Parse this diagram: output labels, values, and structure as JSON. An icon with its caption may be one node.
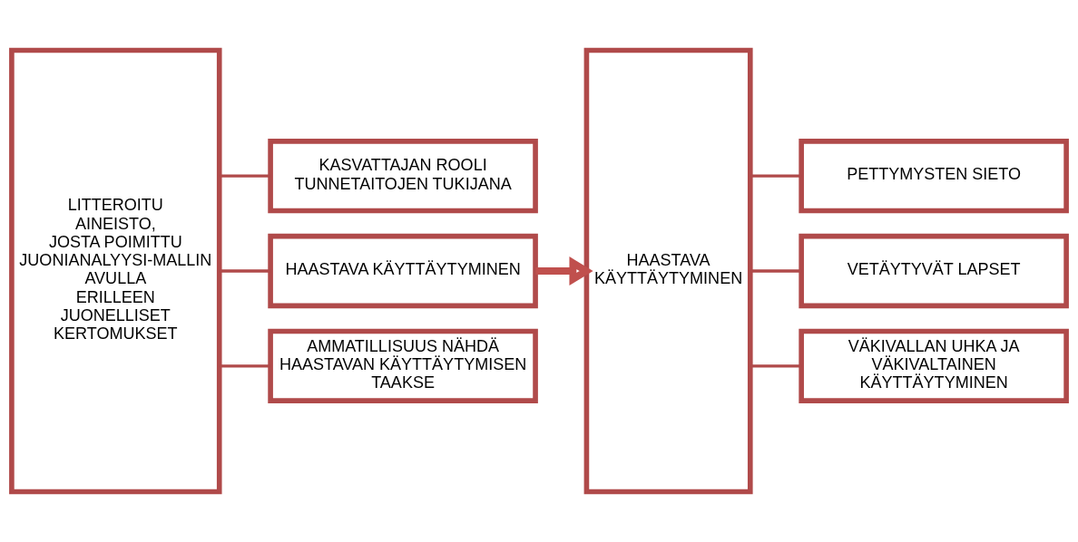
{
  "diagram": {
    "nodes": [
      {
        "text": [
          "LITTEROITU AINEISTO, JOSTA POIMITTU JUONIANALYYSI-MALLIN AVULLA ERILLEEN JUONELLISET KERTOMUKSET"
        ]
      },
      {
        "text": [
          "KASVATTAJAN ROOLI TUNNETAITOJEN TUKIJANA"
        ]
      },
      {
        "text": [
          "HAASTAVA KÄYTTÄYTYMINEN"
        ]
      },
      {
        "text": [
          "AMMATILLISUUS NÄHDÄ HAASTAVAN KÄYTTÄYTYMISEN TAAKSE"
        ]
      },
      {
        "text": [
          "HAASTAVA KÄYTTÄYTYMINEN"
        ]
      },
      {
        "text": [
          "PETTYMYSTEN SIETO"
        ]
      },
      {
        "text": [
          "VETÄYTYVÄT LAPSET"
        ]
      },
      {
        "text": [
          "VÄKIVALLAN UHKA JA VÄKIVALTAINEN KÄYTTÄYTYMINEN"
        ]
      }
    ],
    "edges": [
      {
        "from": 0,
        "to": 1,
        "arrow": "none"
      },
      {
        "from": 0,
        "to": 2,
        "arrow": "none"
      },
      {
        "from": 0,
        "to": 3,
        "arrow": "none"
      },
      {
        "from": 2,
        "to": 4,
        "arrow": "to",
        "style": "thick",
        "color": "#c0504d"
      },
      {
        "from": 4,
        "to": 5,
        "arrow": "none"
      },
      {
        "from": 4,
        "to": 6,
        "arrow": "none"
      },
      {
        "from": 4,
        "to": 7,
        "arrow": "none"
      }
    ]
  }
}
